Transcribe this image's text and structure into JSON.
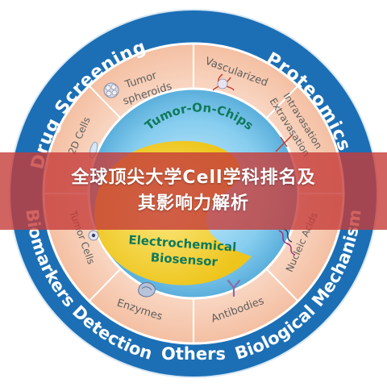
{
  "outer_ring": {
    "drug_screening": "Drug Screening",
    "proteomics": "Proteomics",
    "biomarkers_detection": "Biomarkers Detection",
    "biological_mechanism": "Biological Mechanism",
    "others": "Others"
  },
  "middle_ring": {
    "tumor_spheroids_l1": "Tumor",
    "tumor_spheroids_l2": "spheroids",
    "vascularized": "Vascularized",
    "intravasation": "Intravasation",
    "extravasation": "Extravasation",
    "cells_2d": "2D Cells",
    "tumor_cells": "Tumor Cells",
    "nucleic_acids": "Nucleic Acids",
    "enzymes": "Enzymes",
    "antibodies": "Antibodies"
  },
  "center": {
    "tumor_on_chips": "Tumor-On-Chips",
    "electrochemical": "Electrochemical",
    "biosensor": "Biosensor"
  },
  "banner": {
    "line1": "全球顶尖大学Cell学科排名及",
    "line2": "其影响力解析"
  },
  "colors": {
    "outer_ring": "#1c6fb5",
    "outer_text": "#ffffff",
    "middle_ring": "#f7ccb4",
    "middle_text": "#5e5e5e",
    "blue_disc": "#78c2e8",
    "yellow_disc": "#f2d22a",
    "green_text": "#0f7a5c",
    "banner": "#c63c3a"
  },
  "icons": [
    "tumor-spheroid-icon",
    "blood-vessel-icon",
    "cell-transit-icon",
    "2d-cell-icon",
    "tumor-cell-icon",
    "nucleic-acid-icon",
    "enzyme-icon",
    "antibody-icon"
  ]
}
